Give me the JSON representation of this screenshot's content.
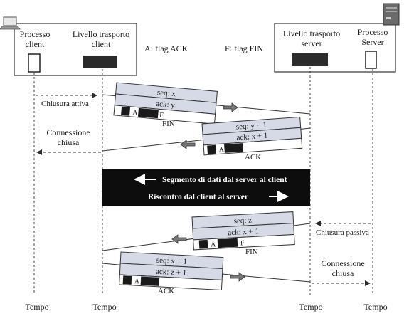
{
  "legend": {
    "ack_flag": "A: flag ACK",
    "fin_flag": "F: flag FIN"
  },
  "client_box": {
    "process": [
      "Processo",
      "client"
    ],
    "transport": [
      "Livello trasporto",
      "client"
    ]
  },
  "server_box": {
    "transport": [
      "Livello trasporto",
      "server"
    ],
    "process": [
      "Processo",
      "Server"
    ]
  },
  "segments": {
    "fin_client": {
      "seq": "seq: x",
      "ack": "ack: y",
      "label": "FIN",
      "flag_a": "A",
      "flag_f": "F"
    },
    "ack_server": {
      "seq": "seq: y − 1",
      "ack": "ack: x + 1",
      "label": "ACK",
      "flag_a": "A"
    },
    "fin_server": {
      "seq": "seq: z",
      "ack": "ack: x + 1",
      "label": "FIN",
      "flag_a": "A",
      "flag_f": "F"
    },
    "ack_client": {
      "seq": "seq: x + 1",
      "ack": "ack: z + 1",
      "label": "ACK",
      "flag_a": "A"
    }
  },
  "events": {
    "active_close": "Chiusura attiva",
    "client_closed": [
      "Connessione",
      "chiusa"
    ],
    "passive_close": "Chiusura passiva",
    "server_closed": [
      "Connessione",
      "chiusa"
    ]
  },
  "banner": {
    "line1": "Segmento di dati dal server al client",
    "line2": "Riscontro dal client al server"
  },
  "time_labels": [
    "Tempo",
    "Tempo",
    "Tempo",
    "Tempo"
  ],
  "icons": {
    "client": "laptop-icon",
    "server": "server-tower-icon"
  },
  "colors": {
    "segment_fill": "#d6d9e6",
    "banner": "#0d0d0d",
    "line": "#2a2a2a"
  }
}
